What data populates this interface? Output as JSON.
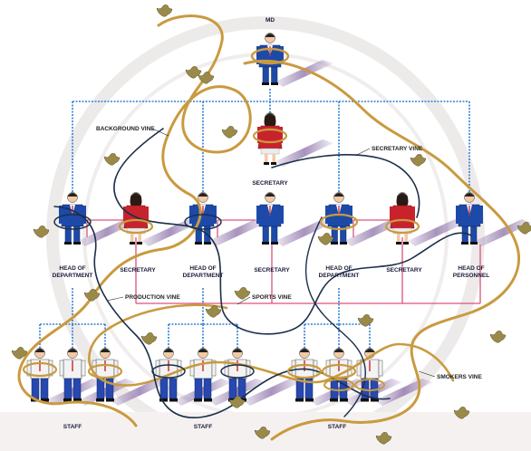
{
  "colors": {
    "background": "#ffffff",
    "watermark": "#e8e4e4",
    "formal_line": "#2f7fd6",
    "secretary_link": "#d9557a",
    "man_suit": "#1d4aa8",
    "woman_suit": "#c8232c",
    "staff_shirt": "#f3f3f3",
    "staff_trousers": "#2748b0",
    "vine_tan": "#c99a3f",
    "vine_dark": "#1b2f4a",
    "leaf": "#9a8a4a",
    "shadow": "#8a6ea6"
  },
  "roles": {
    "top": "MD",
    "secretary_center": "SECRETARY",
    "head_of_department_1": "HEAD OF DEPARTMENT",
    "secretary_1": "SECRETARY",
    "head_of_department_2": "HEAD OF DEPARTMENT",
    "secretary_2": "SECRETARY",
    "head_of_department_3": "HEAD OF DEPARTMENT",
    "secretary_3": "SECRETARY",
    "head_of_personnel": "HEAD OF PERSONNEL",
    "staff_1": "STAFF",
    "staff_2": "STAFF",
    "staff_3": "STAFF"
  },
  "vines": {
    "background": "BACKGROUND VINE",
    "secretary": "SECRETARY VINE",
    "production": "PRODUCTION VINE",
    "sports": "SPORTS VINE",
    "smokers": "SMOKERS VINE"
  }
}
